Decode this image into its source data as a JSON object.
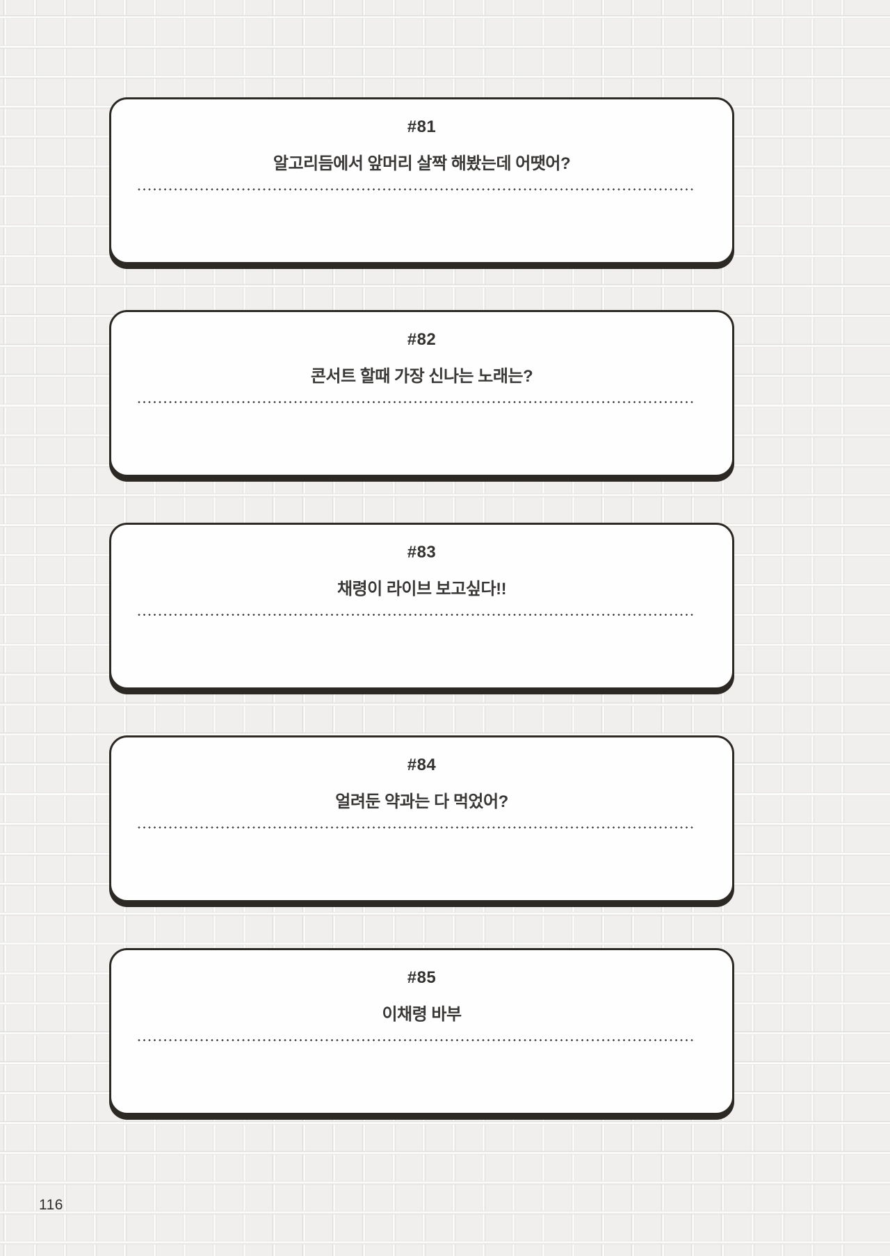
{
  "page_number": "116",
  "colors": {
    "card_border": "#2c2925",
    "card_background": "#fefefe",
    "paper_background": "#f0efed",
    "text": "#3a3836"
  },
  "cards": [
    {
      "number": "#81",
      "question": "알고리듬에서 앞머리 살짝 해봤는데 어땟어?"
    },
    {
      "number": "#82",
      "question": "콘서트 할때 가장 신나는 노래는?"
    },
    {
      "number": "#83",
      "question": "채령이 라이브 보고싶다!!"
    },
    {
      "number": "#84",
      "question": "얼려둔 약과는 다 먹었어?"
    },
    {
      "number": "#85",
      "question": "이채령 바부"
    }
  ]
}
